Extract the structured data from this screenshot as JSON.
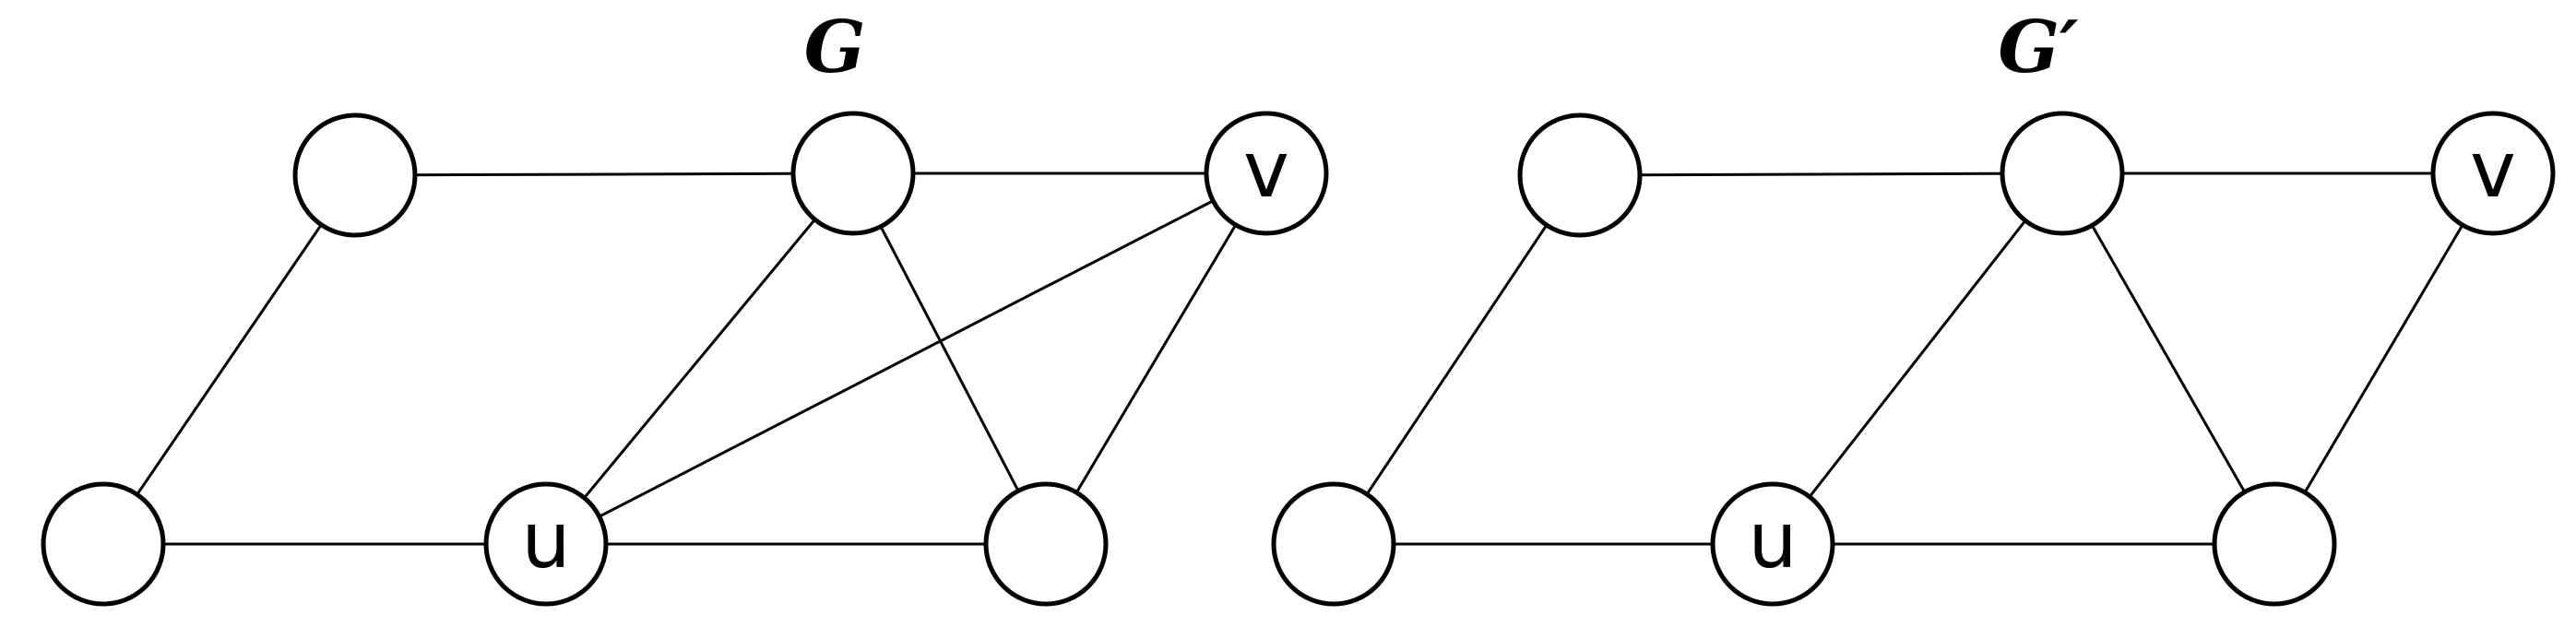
{
  "graphs": [
    {
      "id": "g",
      "title": "G",
      "nodes": [
        {
          "id": "a",
          "label": ""
        },
        {
          "id": "b",
          "label": ""
        },
        {
          "id": "v",
          "label": "v"
        },
        {
          "id": "c",
          "label": ""
        },
        {
          "id": "u",
          "label": "u"
        },
        {
          "id": "d",
          "label": ""
        }
      ],
      "edges": [
        [
          "a",
          "b"
        ],
        [
          "b",
          "v"
        ],
        [
          "a",
          "c"
        ],
        [
          "c",
          "u"
        ],
        [
          "u",
          "d"
        ],
        [
          "b",
          "u"
        ],
        [
          "b",
          "d"
        ],
        [
          "v",
          "u"
        ],
        [
          "v",
          "d"
        ]
      ]
    },
    {
      "id": "g-prime",
      "title": "G′",
      "nodes": [
        {
          "id": "a",
          "label": ""
        },
        {
          "id": "b",
          "label": ""
        },
        {
          "id": "v",
          "label": "v"
        },
        {
          "id": "c",
          "label": ""
        },
        {
          "id": "u",
          "label": "u"
        },
        {
          "id": "d",
          "label": ""
        }
      ],
      "edges": [
        [
          "a",
          "b"
        ],
        [
          "b",
          "v"
        ],
        [
          "a",
          "c"
        ],
        [
          "c",
          "u"
        ],
        [
          "u",
          "d"
        ],
        [
          "b",
          "u"
        ],
        [
          "b",
          "d"
        ],
        [
          "v",
          "d"
        ]
      ]
    }
  ]
}
